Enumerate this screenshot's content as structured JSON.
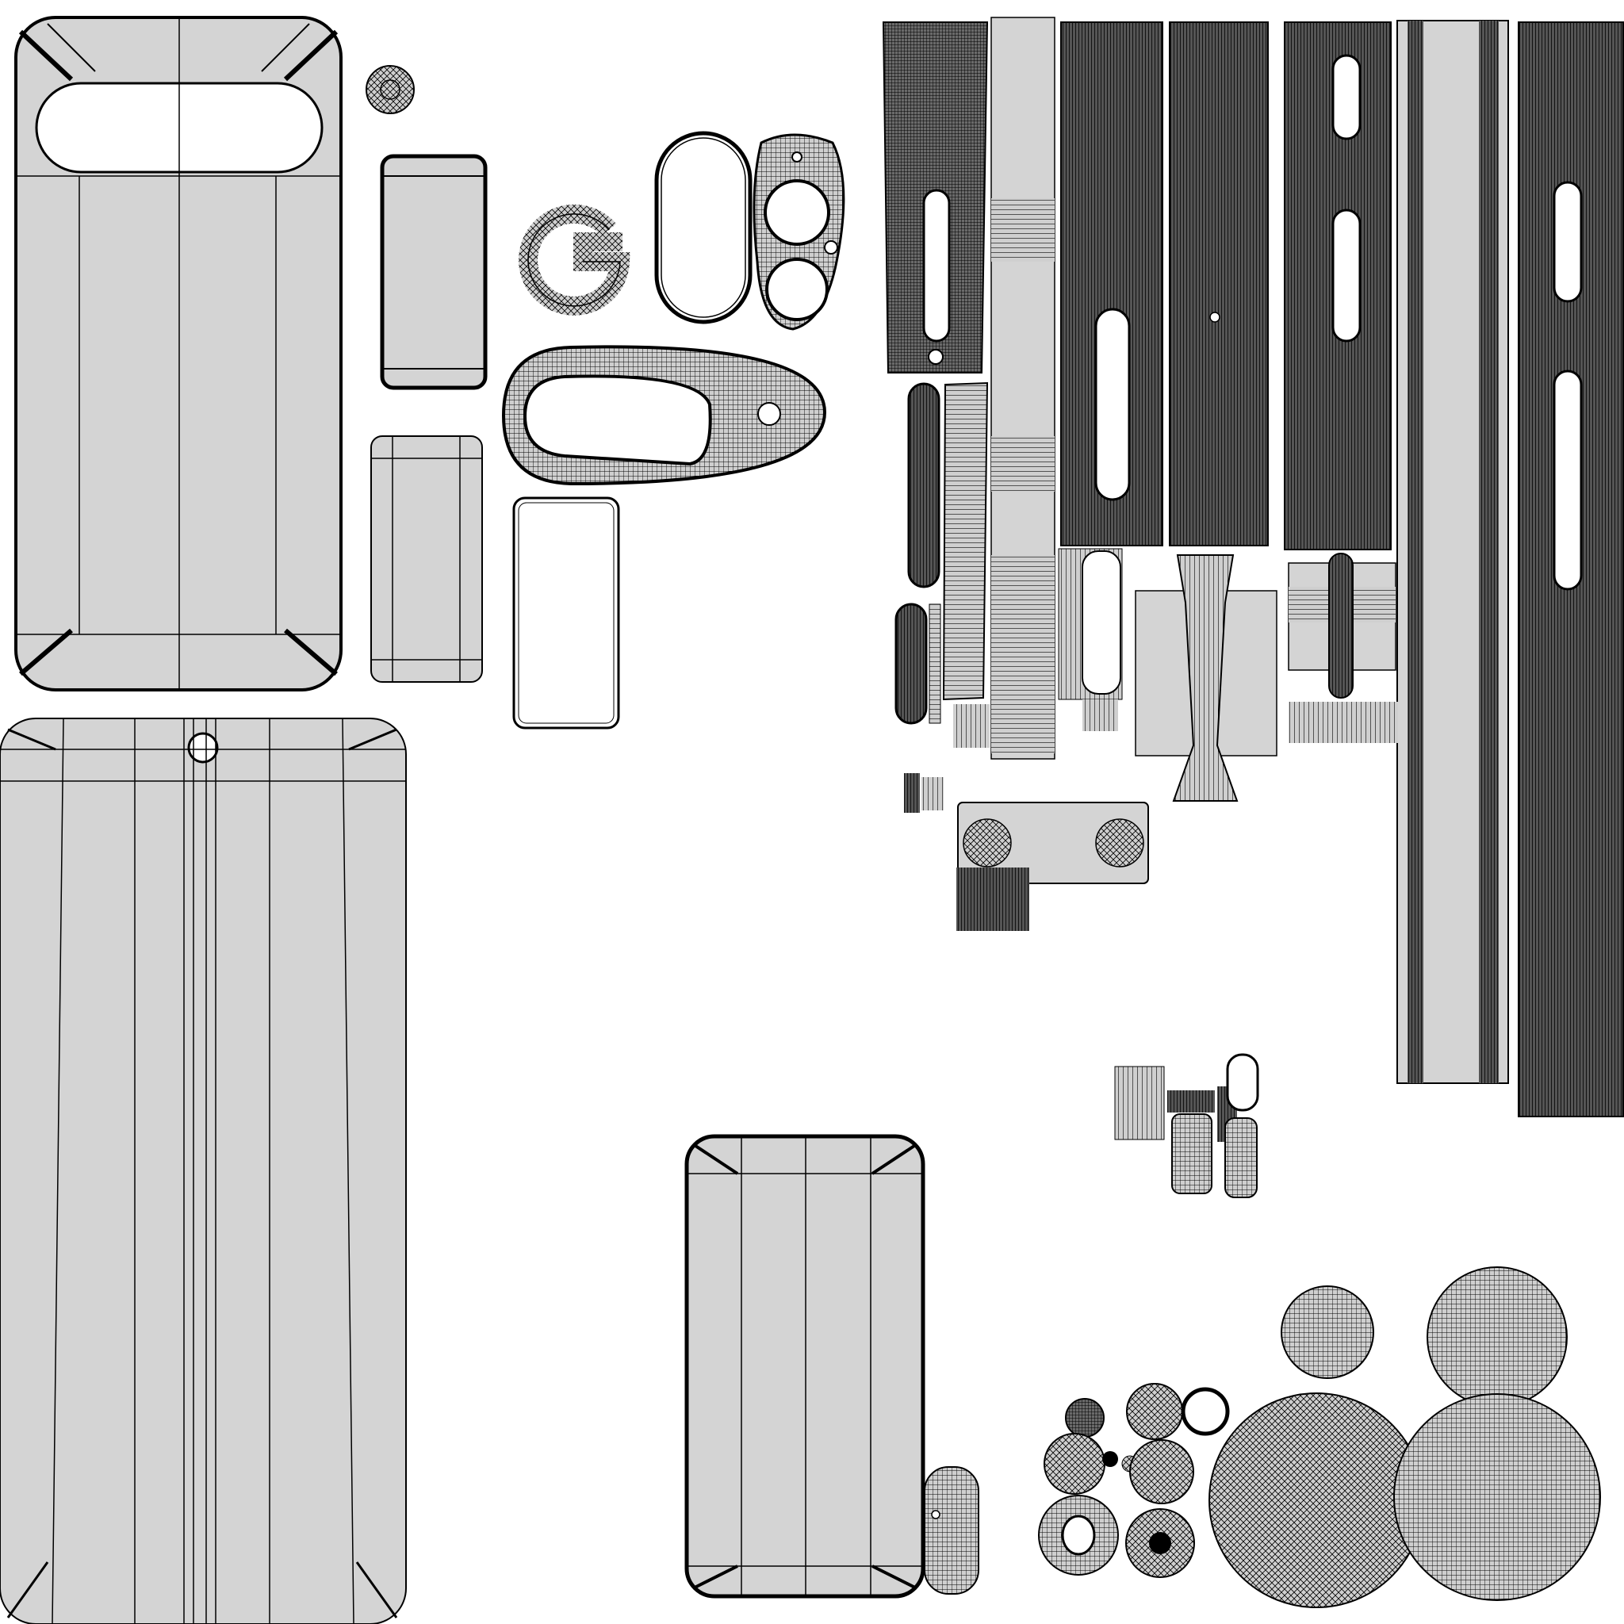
{
  "colors": {
    "background": "#ffffff",
    "fill": "#d4d4d4",
    "edge": "#000000",
    "dense": "#2a2a2a"
  },
  "shells": [
    {
      "name": "back-panel-top",
      "kind": "rounded-rect-camera-window"
    },
    {
      "name": "back-panel-large",
      "kind": "rounded-rect-hole"
    },
    {
      "name": "back-panel-mid",
      "kind": "rounded-rect"
    },
    {
      "name": "button-piece-a",
      "kind": "rounded-rect"
    },
    {
      "name": "button-piece-b",
      "kind": "rounded-rect"
    },
    {
      "name": "frame-outline",
      "kind": "outline"
    },
    {
      "name": "camera-bar",
      "kind": "ring-oval"
    },
    {
      "name": "camera-glass",
      "kind": "oval-outline"
    },
    {
      "name": "camera-lens-plate",
      "kind": "lens-plate"
    },
    {
      "name": "logo-g",
      "kind": "logo"
    },
    {
      "name": "small-disc",
      "kind": "disc"
    },
    {
      "name": "side-strips",
      "kind": "strips"
    },
    {
      "name": "small-parts",
      "kind": "misc"
    },
    {
      "name": "lens-discs",
      "kind": "circles"
    }
  ]
}
